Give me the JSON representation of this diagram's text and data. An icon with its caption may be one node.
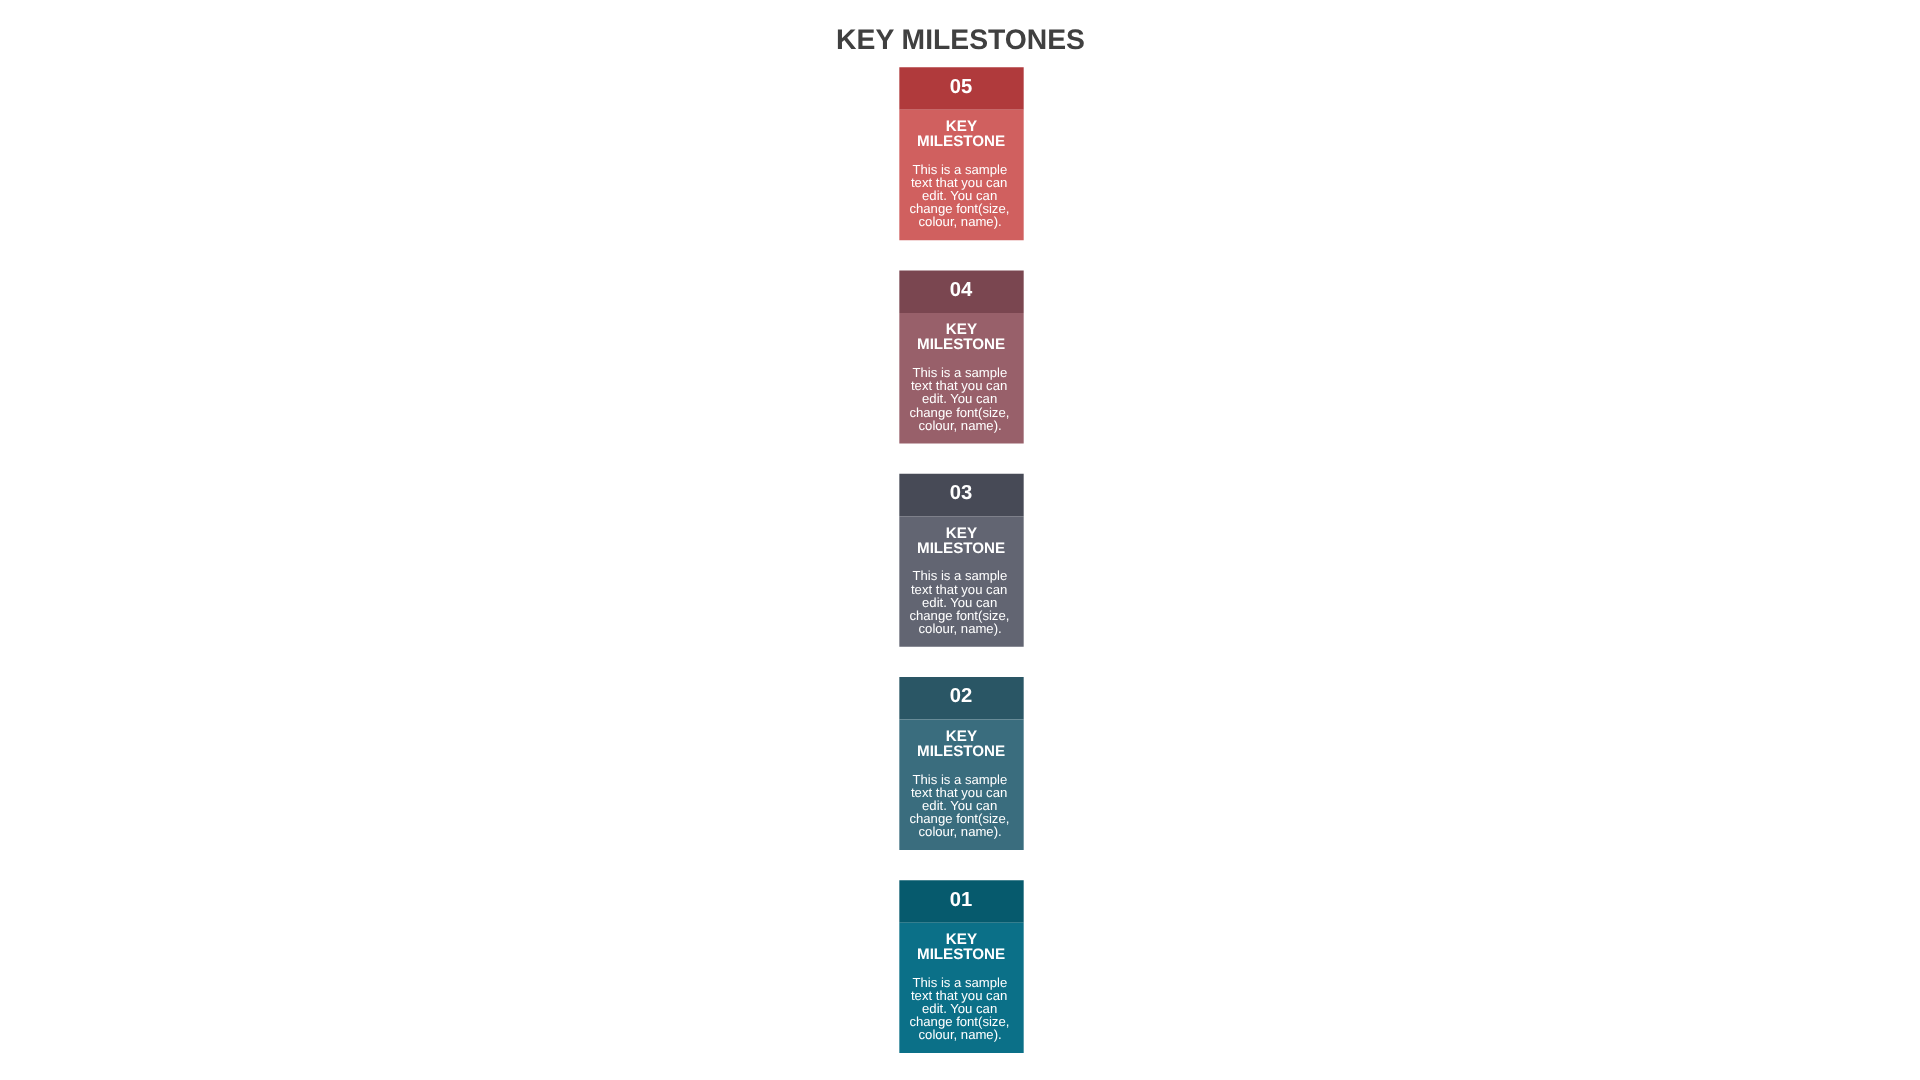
{
  "diagram": {
    "title": "KEY MILESTONES",
    "nodes": [
      {
        "text": [
          "01",
          "KEY MILESTONE",
          "This is a sample text that you can edit. You can change font(size, colour, name)."
        ]
      },
      {
        "text": [
          "02",
          "KEY MILESTONE",
          "This is a sample text that you can edit. You can change font(size, colour, name)."
        ]
      },
      {
        "text": [
          "03",
          "KEY MILESTONE",
          "This is a sample text that you can edit. You can change font(size, colour, name)."
        ]
      },
      {
        "text": [
          "04",
          "KEY MILESTONE",
          "This is a sample text that you can edit. You can change font(size, colour, name)."
        ]
      },
      {
        "text": [
          "05",
          "KEY MILESTONE",
          "This is a sample text that you can edit. You can change font(size, colour, name)."
        ]
      }
    ],
    "edges": []
  }
}
